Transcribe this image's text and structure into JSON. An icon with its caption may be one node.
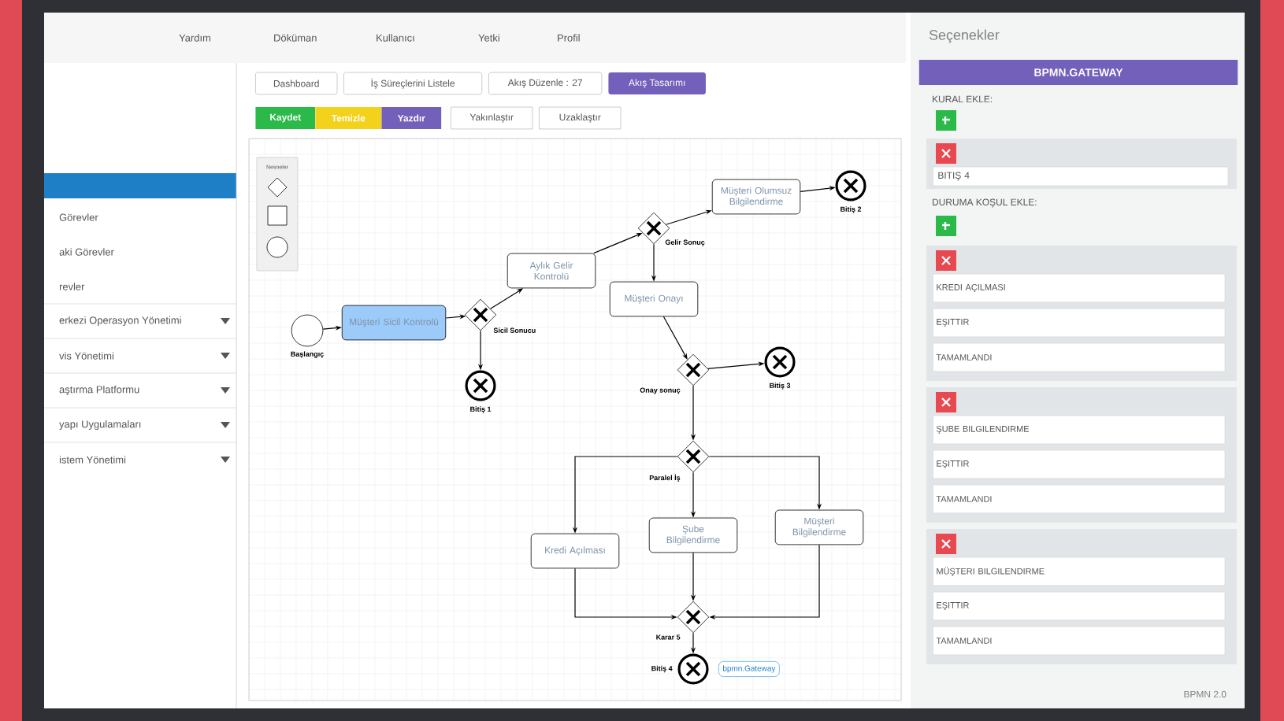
{
  "diagram": {
    "nodes": [
      {
        "text": [
          "Başlangıç"
        ]
      },
      {
        "text": [
          "Müşteri Sicil Kontrolü"
        ]
      },
      {
        "text": [
          "Sicil Sonucu"
        ]
      },
      {
        "text": [
          "Bitiş 1"
        ]
      },
      {
        "text": [
          "Aylık Gelir Kontrolü"
        ]
      },
      {
        "text": [
          "Gelir Sonuç"
        ]
      },
      {
        "text": [
          "Müşteri Olumsuz Bilgilendirme"
        ]
      },
      {
        "text": [
          "Bitiş 2"
        ]
      },
      {
        "text": [
          "Müşteri Onayı"
        ]
      },
      {
        "text": [
          "Onay sonuç"
        ]
      },
      {
        "text": [
          "Bitiş 3"
        ]
      },
      {
        "text": [
          "Paralel İş"
        ]
      },
      {
        "text": [
          "Kredi Açılması"
        ]
      },
      {
        "text": [
          "Şube Bilgilendirme"
        ]
      },
      {
        "text": [
          "Müşteri Bilgilendirme"
        ]
      },
      {
        "text": [
          "Karar 5"
        ]
      },
      {
        "text": [
          "Bitiş 4"
        ]
      }
    ],
    "edges": [
      {
        "from": 0,
        "to": 1,
        "arrow": "to"
      },
      {
        "from": 1,
        "to": 2,
        "arrow": "to"
      },
      {
        "from": 2,
        "to": 3,
        "arrow": "to"
      },
      {
        "from": 2,
        "to": 4,
        "arrow": "to"
      },
      {
        "from": 4,
        "to": 5,
        "arrow": "to"
      },
      {
        "from": 5,
        "to": 6,
        "arrow": "to"
      },
      {
        "from": 6,
        "to": 7,
        "arrow": "to"
      },
      {
        "from": 5,
        "to": 8,
        "arrow": "to"
      },
      {
        "from": 8,
        "to": 9,
        "arrow": "to"
      },
      {
        "from": 9,
        "to": 10,
        "arrow": "to"
      },
      {
        "from": 9,
        "to": 11,
        "arrow": "to"
      },
      {
        "from": 11,
        "to": 12,
        "arrow": "to"
      },
      {
        "from": 11,
        "to": 13,
        "arrow": "to"
      },
      {
        "from": 11,
        "to": 14,
        "arrow": "to"
      },
      {
        "from": 12,
        "to": 15,
        "arrow": "to"
      },
      {
        "from": 13,
        "to": 15,
        "arrow": "to"
      },
      {
        "from": 14,
        "to": 15,
        "arrow": "to"
      },
      {
        "from": 15,
        "to": 16,
        "arrow": "to"
      }
    ],
    "labels": [
      "Yardım",
      "Döküman",
      "Kullanıcı",
      "Yetki",
      "Profil",
      "Dashboard",
      "İş Süreçlerini Listele",
      "Akış Düzenle : 27",
      "Akış Tasarımı",
      "Kaydet",
      "Temizle",
      "Yazdır",
      "Yakınlaştır",
      "Uzaklaştır",
      "Görevler",
      "aki Görevler",
      "revler",
      "erkezi Operasyon Yönetimi",
      "vis Yönetimi",
      "aştırma Platformu",
      "yapı Uygulamaları",
      "istem Yönetimi",
      "Nesneler",
      "bpmn.Gateway",
      "Seçenekler",
      "BPMN.GATEWAY",
      "KURAL EKLE:",
      "BITIŞ 4",
      "DURUMA KOŞUL EKLE:",
      "KREDI AÇILMASI",
      "EŞITTIR",
      "TAMAMLANDI",
      "ŞUBE BILGILENDIRME",
      "EŞITTIR",
      "TAMAMLANDI",
      "MÜŞTERI BILGILENDIRME",
      "EŞITTIR",
      "TAMAMLANDI",
      "BPMN 2.0"
    ]
  }
}
